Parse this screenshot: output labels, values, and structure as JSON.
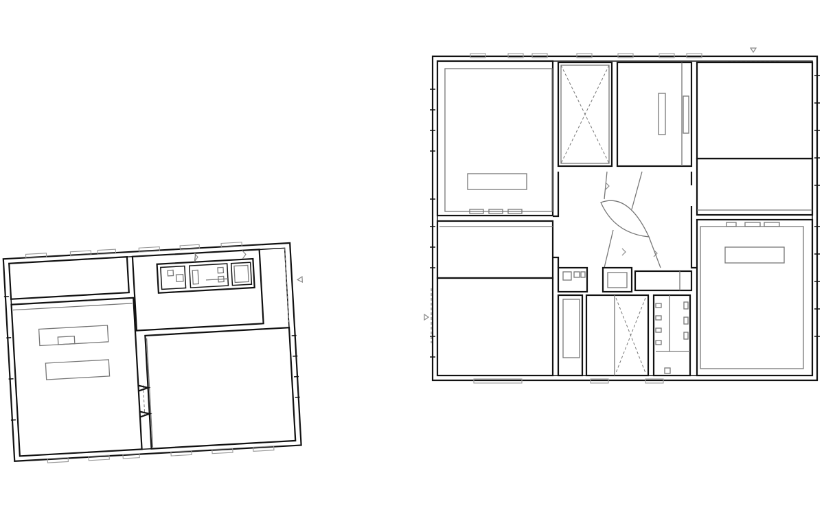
{
  "drawings": [
    {
      "kind": "floor-plan",
      "label": "small-plan-rotated"
    },
    {
      "kind": "floor-plan",
      "label": "large-plan"
    }
  ],
  "colors": {
    "wall": "#111111",
    "window": "#999999",
    "furniture": "#777777",
    "background": "#ffffff"
  },
  "icons": [
    "entrance-arrow-icon",
    "stair-arrow-icon"
  ]
}
